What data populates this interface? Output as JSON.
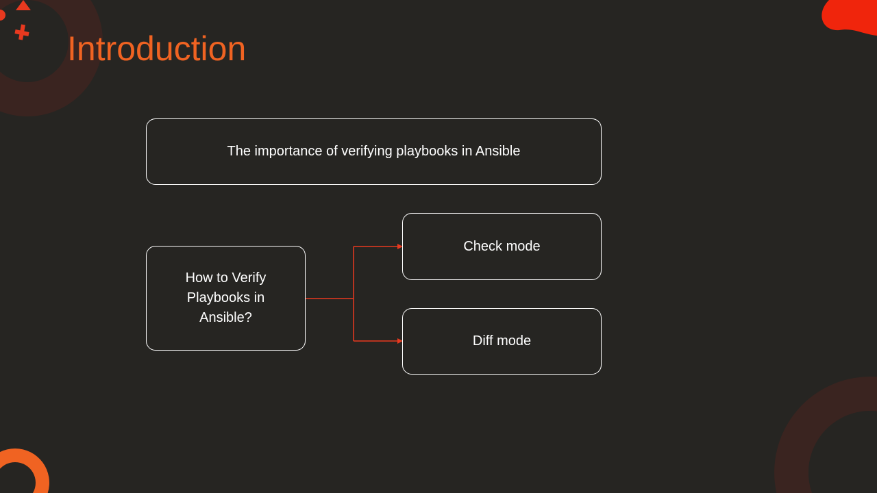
{
  "slide": {
    "title": "Introduction",
    "top_box": "The importance of verifying playbooks in Ansible",
    "question_box": "How to Verify Playbooks in Ansible?",
    "branches": [
      "Check mode",
      "Diff mode"
    ]
  },
  "colors": {
    "accent": "#f06322",
    "connector": "#e8391f",
    "background": "#262522"
  }
}
